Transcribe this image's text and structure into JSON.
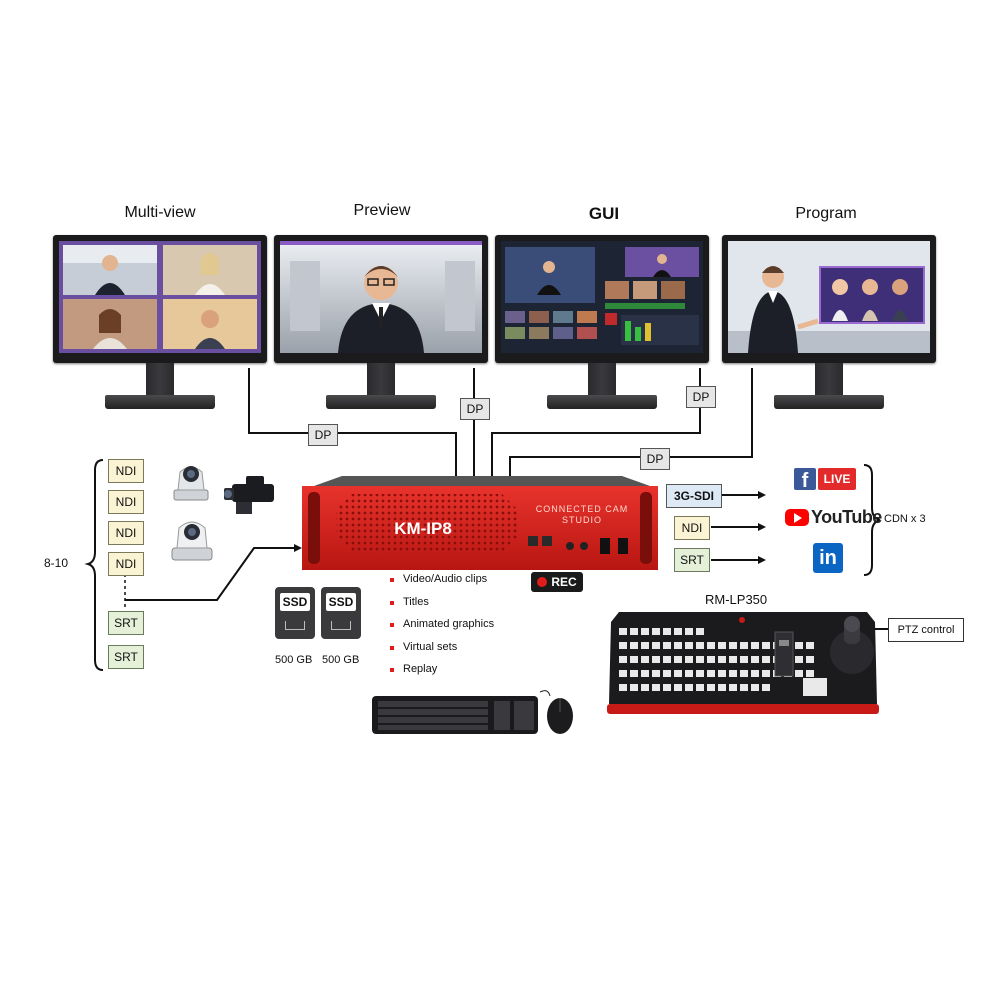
{
  "monitors": [
    {
      "id": "multiview",
      "label": "Multi-view"
    },
    {
      "id": "preview",
      "label": "Preview"
    },
    {
      "id": "gui",
      "label": "GUI"
    },
    {
      "id": "program",
      "label": "Program"
    }
  ],
  "connections": {
    "dp_label": "DP",
    "sdi_label": "3G-SDI",
    "ndi_label": "NDI",
    "srt_label": "SRT"
  },
  "inputs": {
    "group_label": "8-10",
    "ndi_items": [
      "NDI",
      "NDI",
      "NDI",
      "NDI"
    ],
    "srt_items": [
      "SRT",
      "SRT"
    ]
  },
  "device": {
    "model": "KM-IP8",
    "brand_line1": "CONNECTED CAM",
    "brand_line2": "STUDIO",
    "rec_label": "REC"
  },
  "storage": [
    {
      "label": "SSD",
      "capacity": "500 GB"
    },
    {
      "label": "SSD",
      "capacity": "500 GB"
    }
  ],
  "features": [
    "Video/Audio clips",
    "Titles",
    "Animated graphics",
    "Virtual sets",
    "Replay"
  ],
  "outputs": {
    "cdn_label": "CDN x 3",
    "facebook_letter": "f",
    "facebook_live": "LIVE",
    "youtube_label": "YouTube",
    "linkedin_label": "in"
  },
  "controller": {
    "model": "RM-LP350",
    "ptz_label": "PTZ control"
  },
  "colors": {
    "device_red": "#d8201c",
    "facebook_blue": "#3b5998",
    "youtube_red": "#ff0000",
    "linkedin_blue": "#0a66c2",
    "ndi_fill": "#fbf4d4",
    "srt_fill": "#e4f0d8",
    "sdi_fill": "#dde9f5"
  }
}
